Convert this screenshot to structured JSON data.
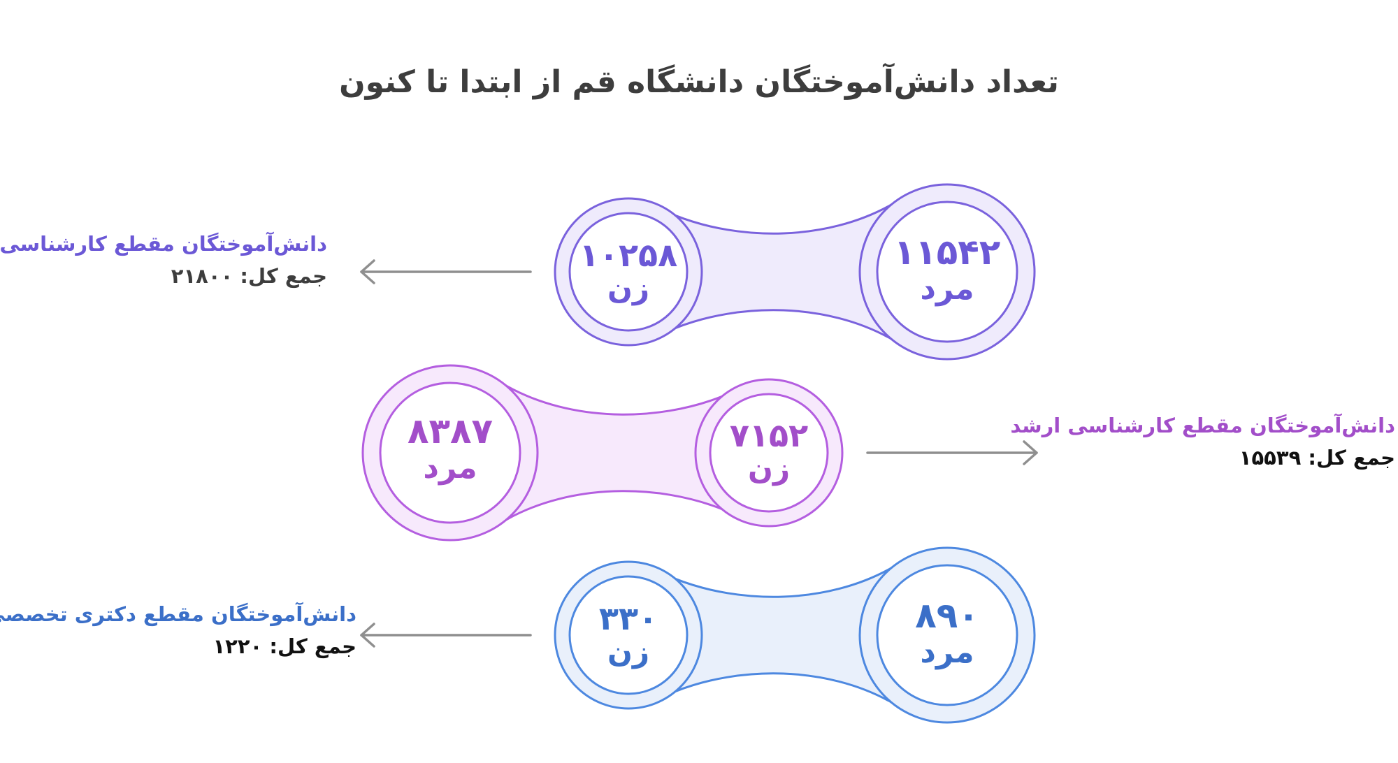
{
  "title": "تعداد دانش‌آموختگان دانشگاه قم از ابتدا تا کنون",
  "groups": [
    {
      "name": "دانش‌آموختگان مقطع کارشناسی",
      "total_label": "جمع کل: ۲۱۸۰۰",
      "women_value": "۱۰۲۵۸",
      "women_label": "زن",
      "men_value": "۱۱۵۴۲",
      "men_label": "مرد",
      "color": "#7a62dd",
      "fill": "#efebfc",
      "text_color": "#6b58d6"
    },
    {
      "name": "دانش‌آموختگان مقطع کارشناسی ارشد",
      "total_label": "جمع کل: ۱۵۵۳۹",
      "women_value": "۷۱۵۲",
      "women_label": "زن",
      "men_value": "۸۳۸۷",
      "men_label": "مرد",
      "color": "#b45ee0",
      "fill": "#f7e9fc",
      "text_color": "#a24ec9"
    },
    {
      "name": "دانش‌آموختگان مقطع دکتری تخصصی",
      "total_label": "جمع کل: ۱۲۲۰",
      "women_value": "۳۳۰",
      "women_label": "زن",
      "men_value": "۸۹۰",
      "men_label": "مرد",
      "color": "#4d88e0",
      "fill": "#e9f0fb",
      "text_color": "#3b6fc8"
    }
  ]
}
